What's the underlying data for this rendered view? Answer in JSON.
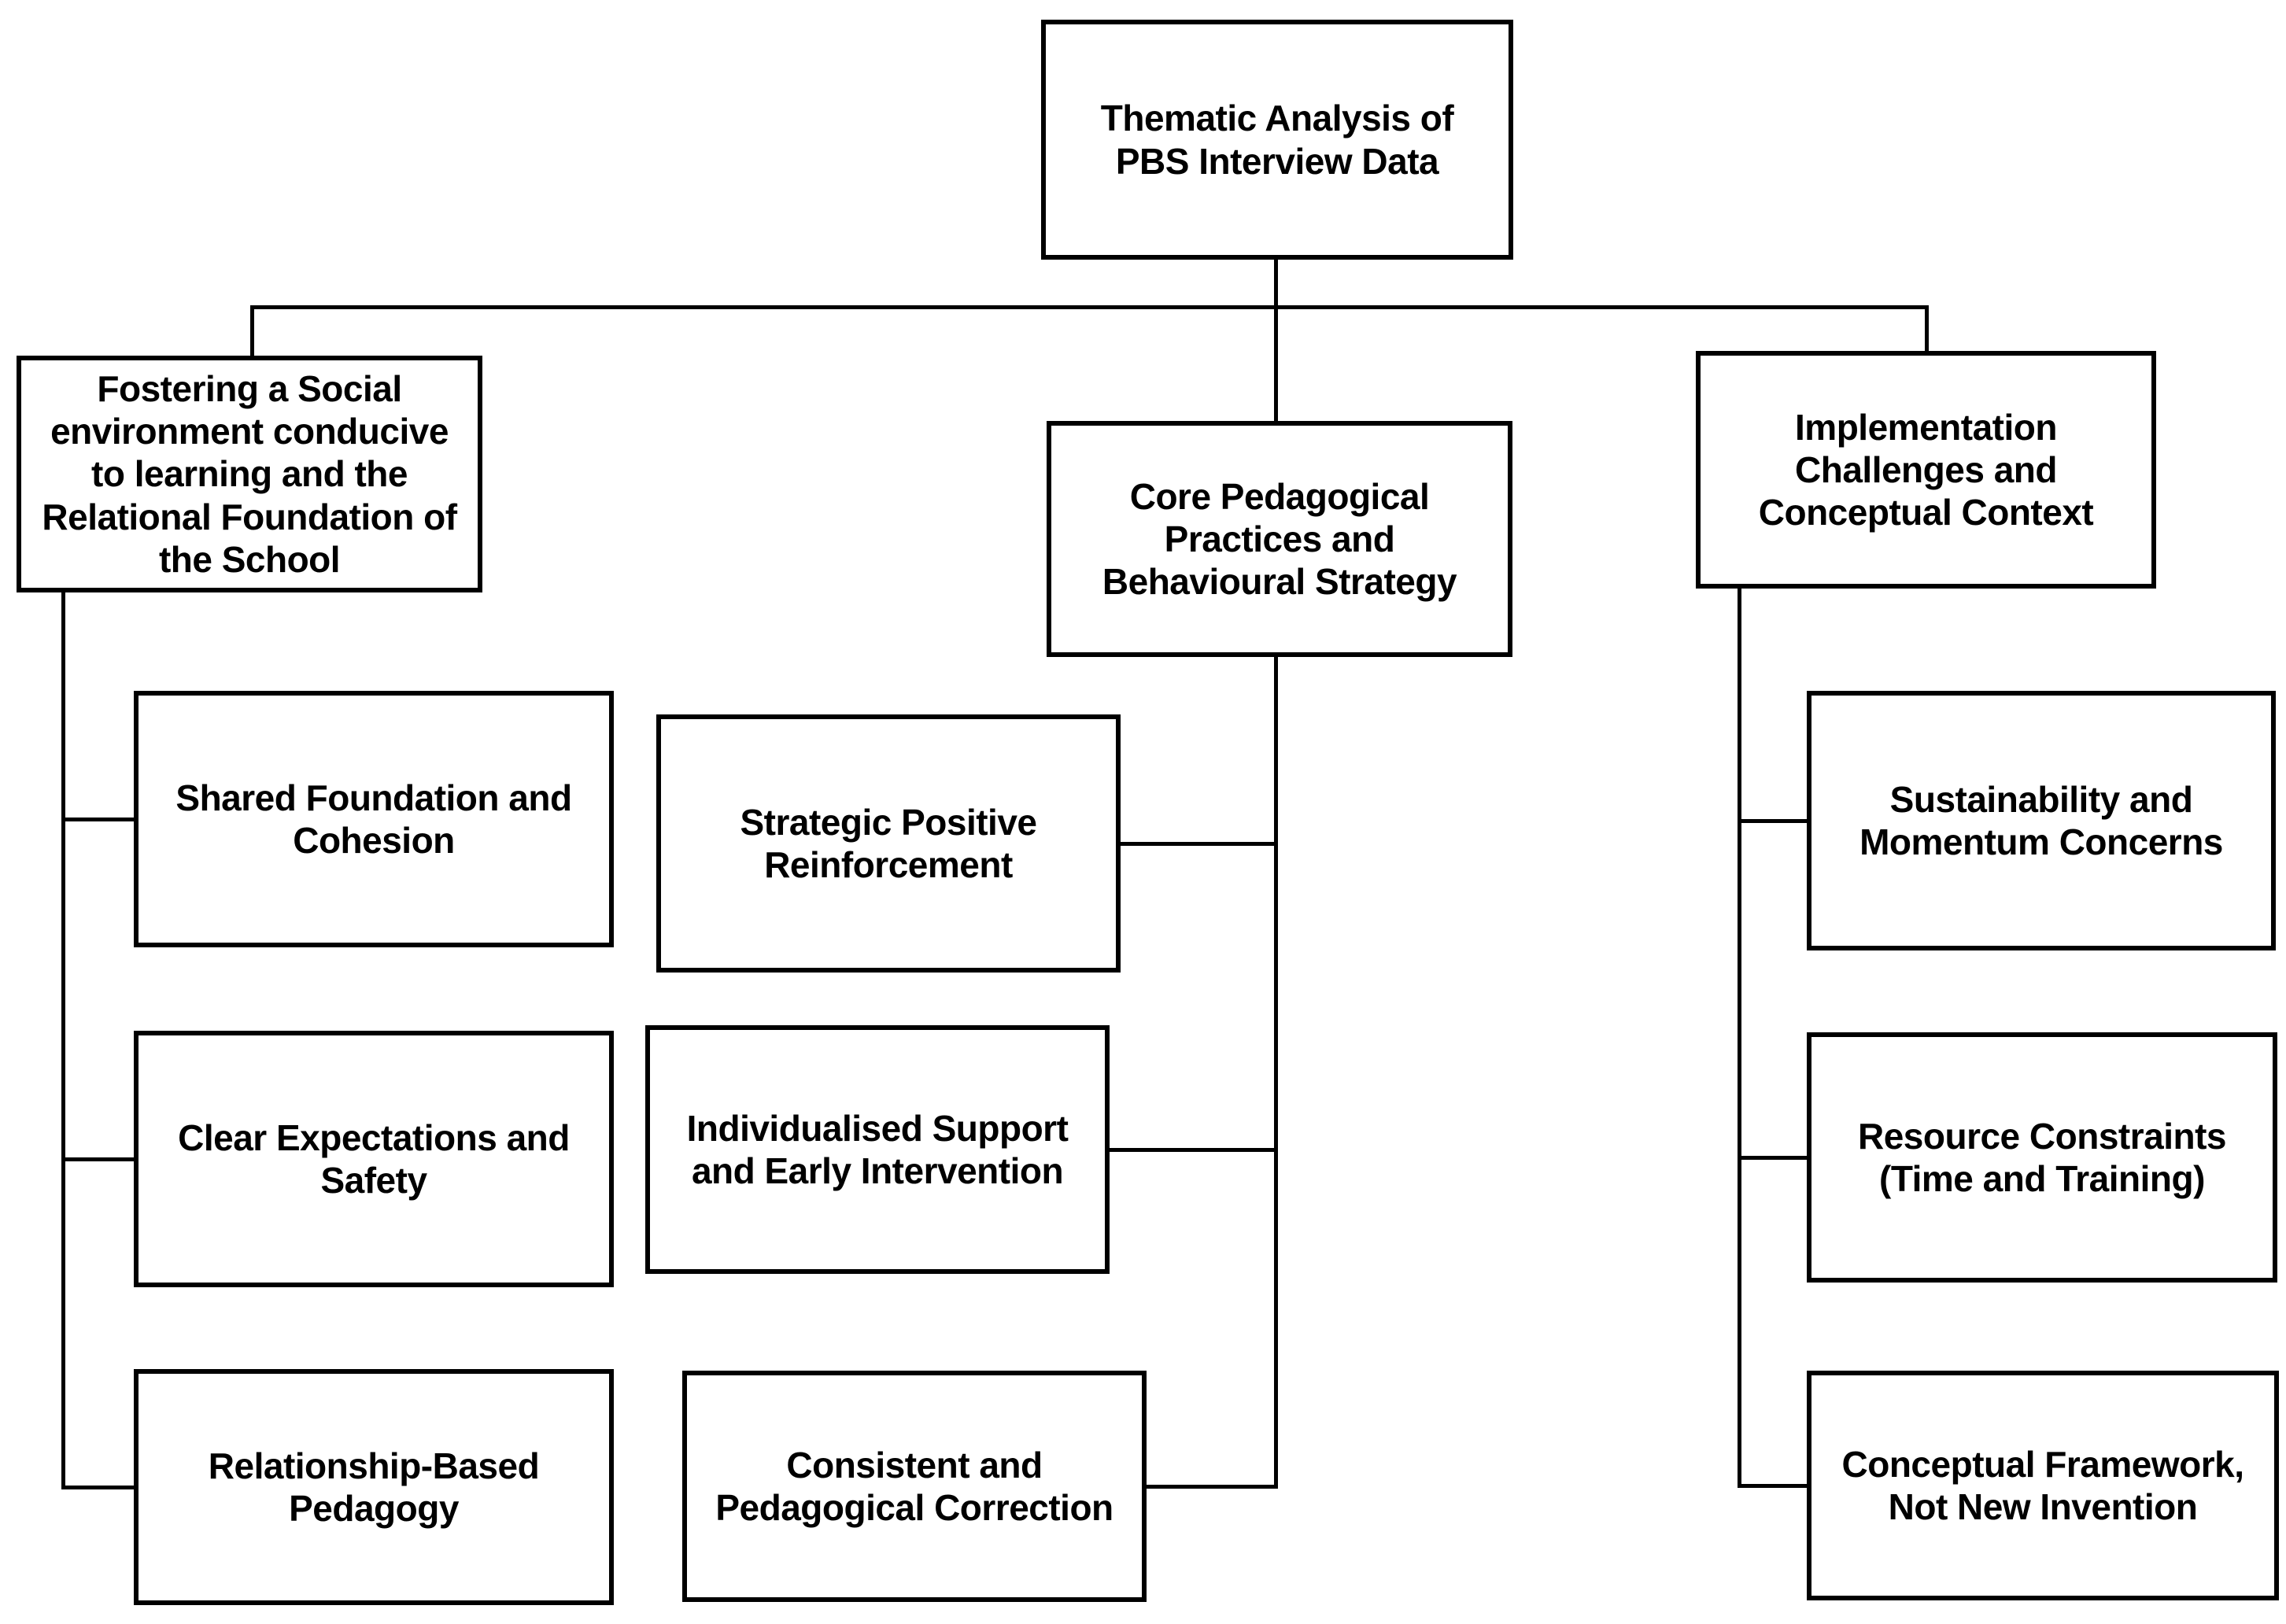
{
  "style": {
    "background_color": "#ffffff",
    "line_color": "#000000",
    "text_color": "#000000"
  },
  "diagram": {
    "root": {
      "label": "Thematic Analysis of\nPBS Interview Data"
    },
    "themes": [
      {
        "label": "Fostering a Social\nenvironment conducive\nto learning and the\nRelational Foundation of\nthe School",
        "subthemes": [
          {
            "label": "Shared Foundation and\nCohesion"
          },
          {
            "label": "Clear Expectations and\nSafety"
          },
          {
            "label": "Relationship-Based\nPedagogy"
          }
        ]
      },
      {
        "label": "Core Pedagogical\nPractices and\nBehavioural Strategy",
        "subthemes": [
          {
            "label": "Strategic Positive\nReinforcement"
          },
          {
            "label": "Individualised Support\nand Early Intervention"
          },
          {
            "label": "Consistent and\nPedagogical Correction"
          }
        ]
      },
      {
        "label": "Implementation\nChallenges and\nConceptual Context",
        "subthemes": [
          {
            "label": "Sustainability and\nMomentum Concerns"
          },
          {
            "label": "Resource Constraints\n(Time and Training)"
          },
          {
            "label": "Conceptual Framework,\nNot New Invention"
          }
        ]
      }
    ]
  }
}
